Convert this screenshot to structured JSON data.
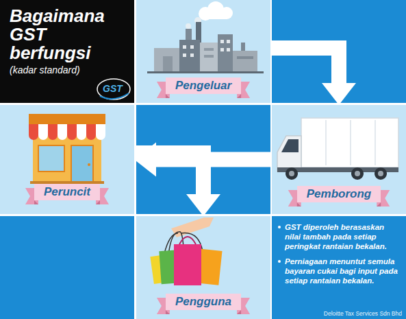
{
  "diagram": {
    "title": "Bagaimana GST berfungsi",
    "nodes": [
      {
        "text": [
          "Pengeluar"
        ]
      },
      {
        "text": [
          "Pemborong"
        ]
      },
      {
        "text": [
          "Peruncit"
        ]
      },
      {
        "text": [
          "Pengguna"
        ]
      }
    ],
    "edges": [
      {
        "from": 0,
        "to": 1,
        "arrow": "to"
      },
      {
        "from": 1,
        "to": 2,
        "arrow": "to"
      },
      {
        "from": 2,
        "to": 3,
        "arrow": "to"
      }
    ],
    "labels": [
      "(kadar standard)",
      "GST",
      "GST diperoleh berasaskan nilai tambah pada setiap peringkat rantaian bekalan.",
      "Perniagaan menuntut semula bayaran cukai bagi input pada setiap rantaian bekalan.",
      "Deloitte Tax Services Sdn Bhd"
    ]
  }
}
